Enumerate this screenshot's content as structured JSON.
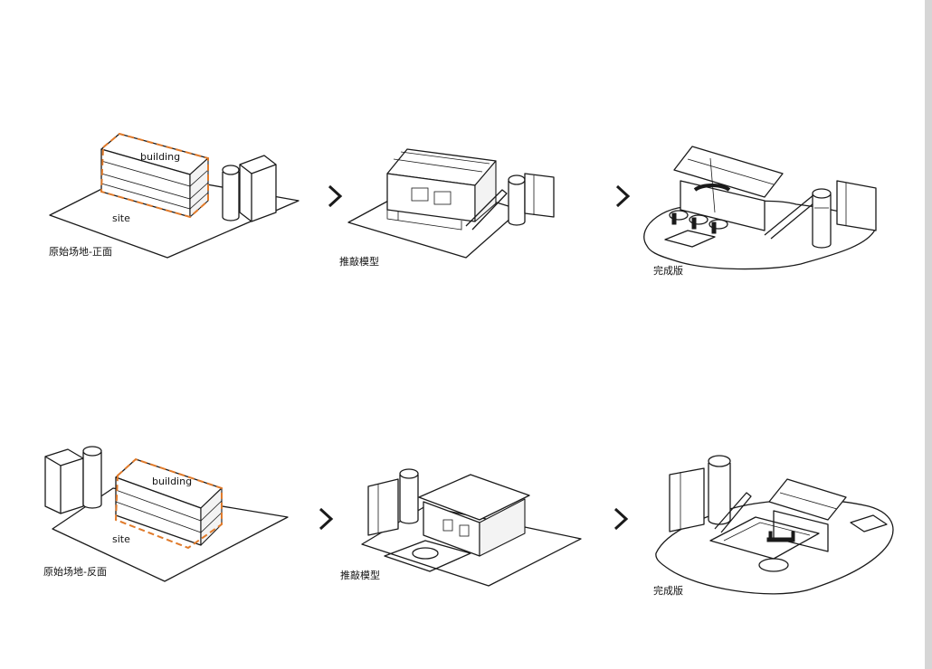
{
  "accent_color": "#e07a2a",
  "panels": [
    {
      "id": "original-front",
      "caption": "原始场地-正面",
      "labels": {
        "building": "building",
        "site": "site"
      }
    },
    {
      "id": "push-model-front",
      "caption": "推敲模型"
    },
    {
      "id": "final-front",
      "caption": "完成版"
    },
    {
      "id": "original-back",
      "caption": "原始场地-反面",
      "labels": {
        "building": "building",
        "site": "site"
      }
    },
    {
      "id": "push-model-back",
      "caption": "推敲模型"
    },
    {
      "id": "final-back",
      "caption": "完成版"
    }
  ],
  "arrows": [
    "arrow-right-icon",
    "arrow-right-icon",
    "arrow-right-icon",
    "arrow-right-icon"
  ]
}
